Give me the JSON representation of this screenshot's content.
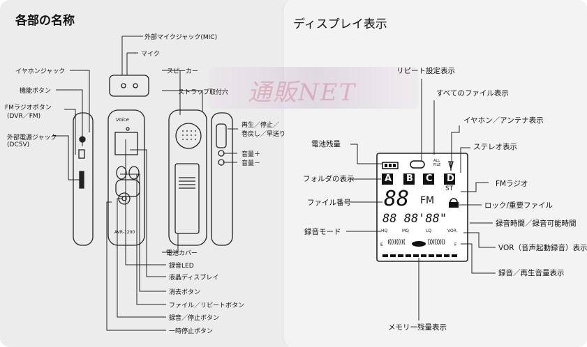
{
  "left": {
    "title": "各部の名称",
    "labels": {
      "ext_mic_jack": "外部マイクジャック(MIC)",
      "mic": "マイク",
      "earphone_jack": "イヤホンジャック",
      "function_button": "機能ボタン",
      "fm_radio_button_1": "FMラジオボタン",
      "fm_radio_button_2": "(DVR／FM)",
      "ext_power_jack_1": "外部電源ジャック",
      "ext_power_jack_2": "(DC5V)",
      "speaker": "スピーカー",
      "strap_hole": "ストラップ取付穴",
      "play_stop_1": "再生／停止／",
      "play_stop_2": "巻戻し／早送り",
      "volume_up": "音量＋",
      "volume_down": "音量－",
      "battery_cover": "電池カバー",
      "rec_led": "録音LED",
      "lcd_display": "液晶ディスプレイ",
      "erase_button": "消去ボタン",
      "file_repeat_button": "ファイル／リピートボタン",
      "rec_stop_button": "録音／停止ボタン",
      "pause_button": "一時停止ボタン"
    },
    "device": {
      "brand": "Voice",
      "model": "AVR-1200"
    }
  },
  "right": {
    "title": "ディスプレイ表示",
    "labels": {
      "repeat_setting": "リピート設定表示",
      "all_files": "すべてのファイル表示",
      "earphone_antenna": "イヤホン／アンテナ表示",
      "battery_level": "電池残量",
      "stereo": "ステレオ表示",
      "folder": "フォルダの表示",
      "fm_radio": "FMラジオ",
      "file_number": "ファイル番号",
      "lock": "ロック/重要ファイル",
      "rec_time": "録音時間／録音可能時間",
      "rec_mode": "録音モード",
      "vor": "VOR（音声起動録音）表示",
      "rec_play_volume": "録音／再生音量表示",
      "memory_remaining": "メモリー残量表示"
    },
    "lcd": {
      "all_file_1": "ALL",
      "all_file_2": "FILE",
      "folders": [
        "A",
        "B",
        "C",
        "D"
      ],
      "st": "ST",
      "file_num": "88",
      "fm": "FM",
      "time": "88 88'88\"",
      "modes": [
        "HQ",
        "MQ",
        "LQ",
        "VOR"
      ],
      "e_label": "E",
      "f_label": "F"
    },
    "watermark": "通販NET"
  }
}
